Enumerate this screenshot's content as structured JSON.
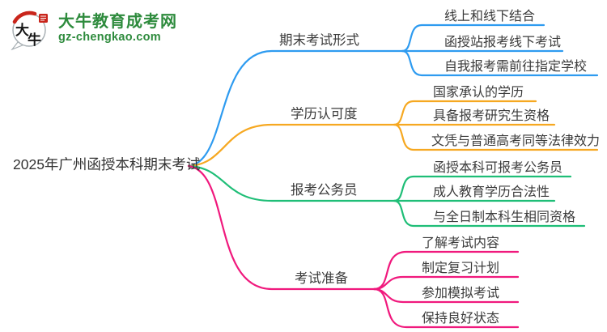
{
  "logo": {
    "icon": "daniu-bull-speech-bubble-icon",
    "badge_char_1": "大",
    "badge_char_2": "牛",
    "site_name": "大牛教育成考网",
    "site_url": "gz-chengkao.com",
    "brand_color": "#2E8B3D",
    "seal_color": "#C9251B"
  },
  "root": {
    "label": "2025年广州函授本科期末考试"
  },
  "branches": [
    {
      "label": "期末考试形式",
      "color": "#2E9BF0",
      "children": [
        "线上和线下结合",
        "函授站报考线下考试",
        "自我报考需前往指定学校"
      ]
    },
    {
      "label": "学历认可度",
      "color": "#F6A821",
      "children": [
        "国家承认的学历",
        "具备报考研究生资格",
        "文凭与普通高考同等法律效力"
      ]
    },
    {
      "label": "报考公务员",
      "color": "#1FBE77",
      "children": [
        "函授本科可报考公务员",
        "成人教育学历合法性",
        "与全日制本科生相同资格"
      ]
    },
    {
      "label": "考试准备",
      "color": "#F0197D",
      "children": [
        "了解考试内容",
        "制定复习计划",
        "参加模拟考试",
        "保持良好状态"
      ]
    }
  ]
}
